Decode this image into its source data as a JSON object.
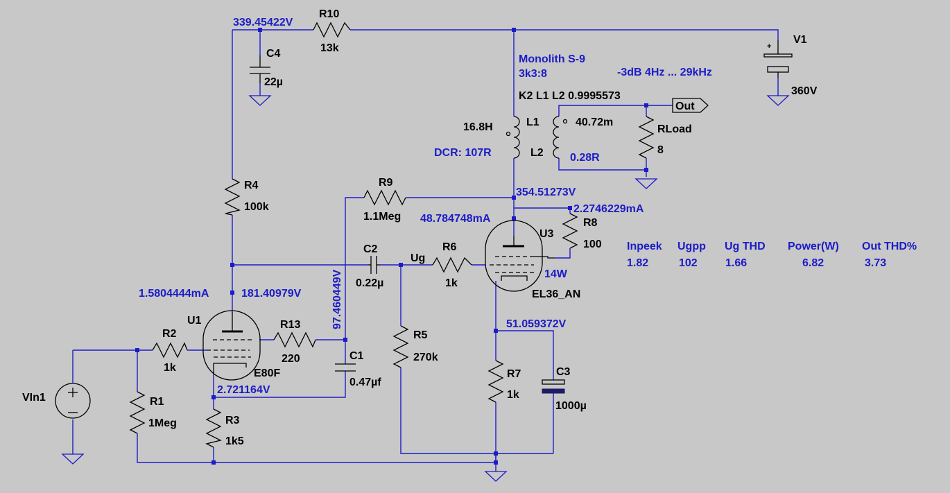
{
  "components": {
    "r10": {
      "name": "R10",
      "value": "13k"
    },
    "c4": {
      "name": "C4",
      "value": "22µ"
    },
    "r4": {
      "name": "R4",
      "value": "100k"
    },
    "v1": {
      "name": "V1",
      "value": "360V"
    },
    "transformer": {
      "model": "Monolith S-9",
      "ratio": "3k3:8",
      "coupling": "K2 L1 L2 0.9995573"
    },
    "l1": {
      "name": "L1",
      "value": "16.8H",
      "dcr": "DCR: 107R"
    },
    "l2": {
      "name": "L2",
      "value": "40.72m",
      "dcr": "0.28R"
    },
    "rload": {
      "name": "RLoad",
      "value": "8"
    },
    "out": {
      "label": "Out"
    },
    "r9": {
      "name": "R9",
      "value": "1.1Meg"
    },
    "r8": {
      "name": "R8",
      "value": "100"
    },
    "u3": {
      "name": "U3",
      "model": "EL36_AN",
      "power": "14W"
    },
    "c2": {
      "name": "C2",
      "value": "0.22µ"
    },
    "ug": {
      "label": "Ug"
    },
    "r6": {
      "name": "R6",
      "value": "1k"
    },
    "u1": {
      "name": "U1",
      "model": "E80F"
    },
    "r2": {
      "name": "R2",
      "value": "1k"
    },
    "r13": {
      "name": "R13",
      "value": "220"
    },
    "c1": {
      "name": "C1",
      "value": "0.47µf"
    },
    "r5": {
      "name": "R5",
      "value": "270k"
    },
    "r7": {
      "name": "R7",
      "value": "1k"
    },
    "c3": {
      "name": "C3",
      "value": "1000µ"
    },
    "vin1": {
      "name": "VIn1"
    },
    "r1": {
      "name": "R1",
      "value": "1Meg"
    },
    "r3": {
      "name": "R3",
      "value": "1k5"
    }
  },
  "annotations": {
    "v_r10": "339.45422V",
    "bandwidth": "-3dB  4Hz ... 29kHz",
    "v_u3_plate": "354.51273V",
    "i_u3_plate": "48.784748mA",
    "i_r8": "2.2746229mA",
    "i_u1": "1.5804444mA",
    "v_u1_plate": "181.40979V",
    "v_r9": "97.460449V",
    "v_u1_cathode": "2.721164V",
    "v_u3_cathode": "51.059372V"
  },
  "results": {
    "headers": [
      "Inpeek",
      "Ugpp",
      "Ug THD",
      "Power(W)",
      "Out THD%"
    ],
    "values": [
      "1.82",
      "102",
      "1.66",
      "6.82",
      "3.73"
    ]
  }
}
